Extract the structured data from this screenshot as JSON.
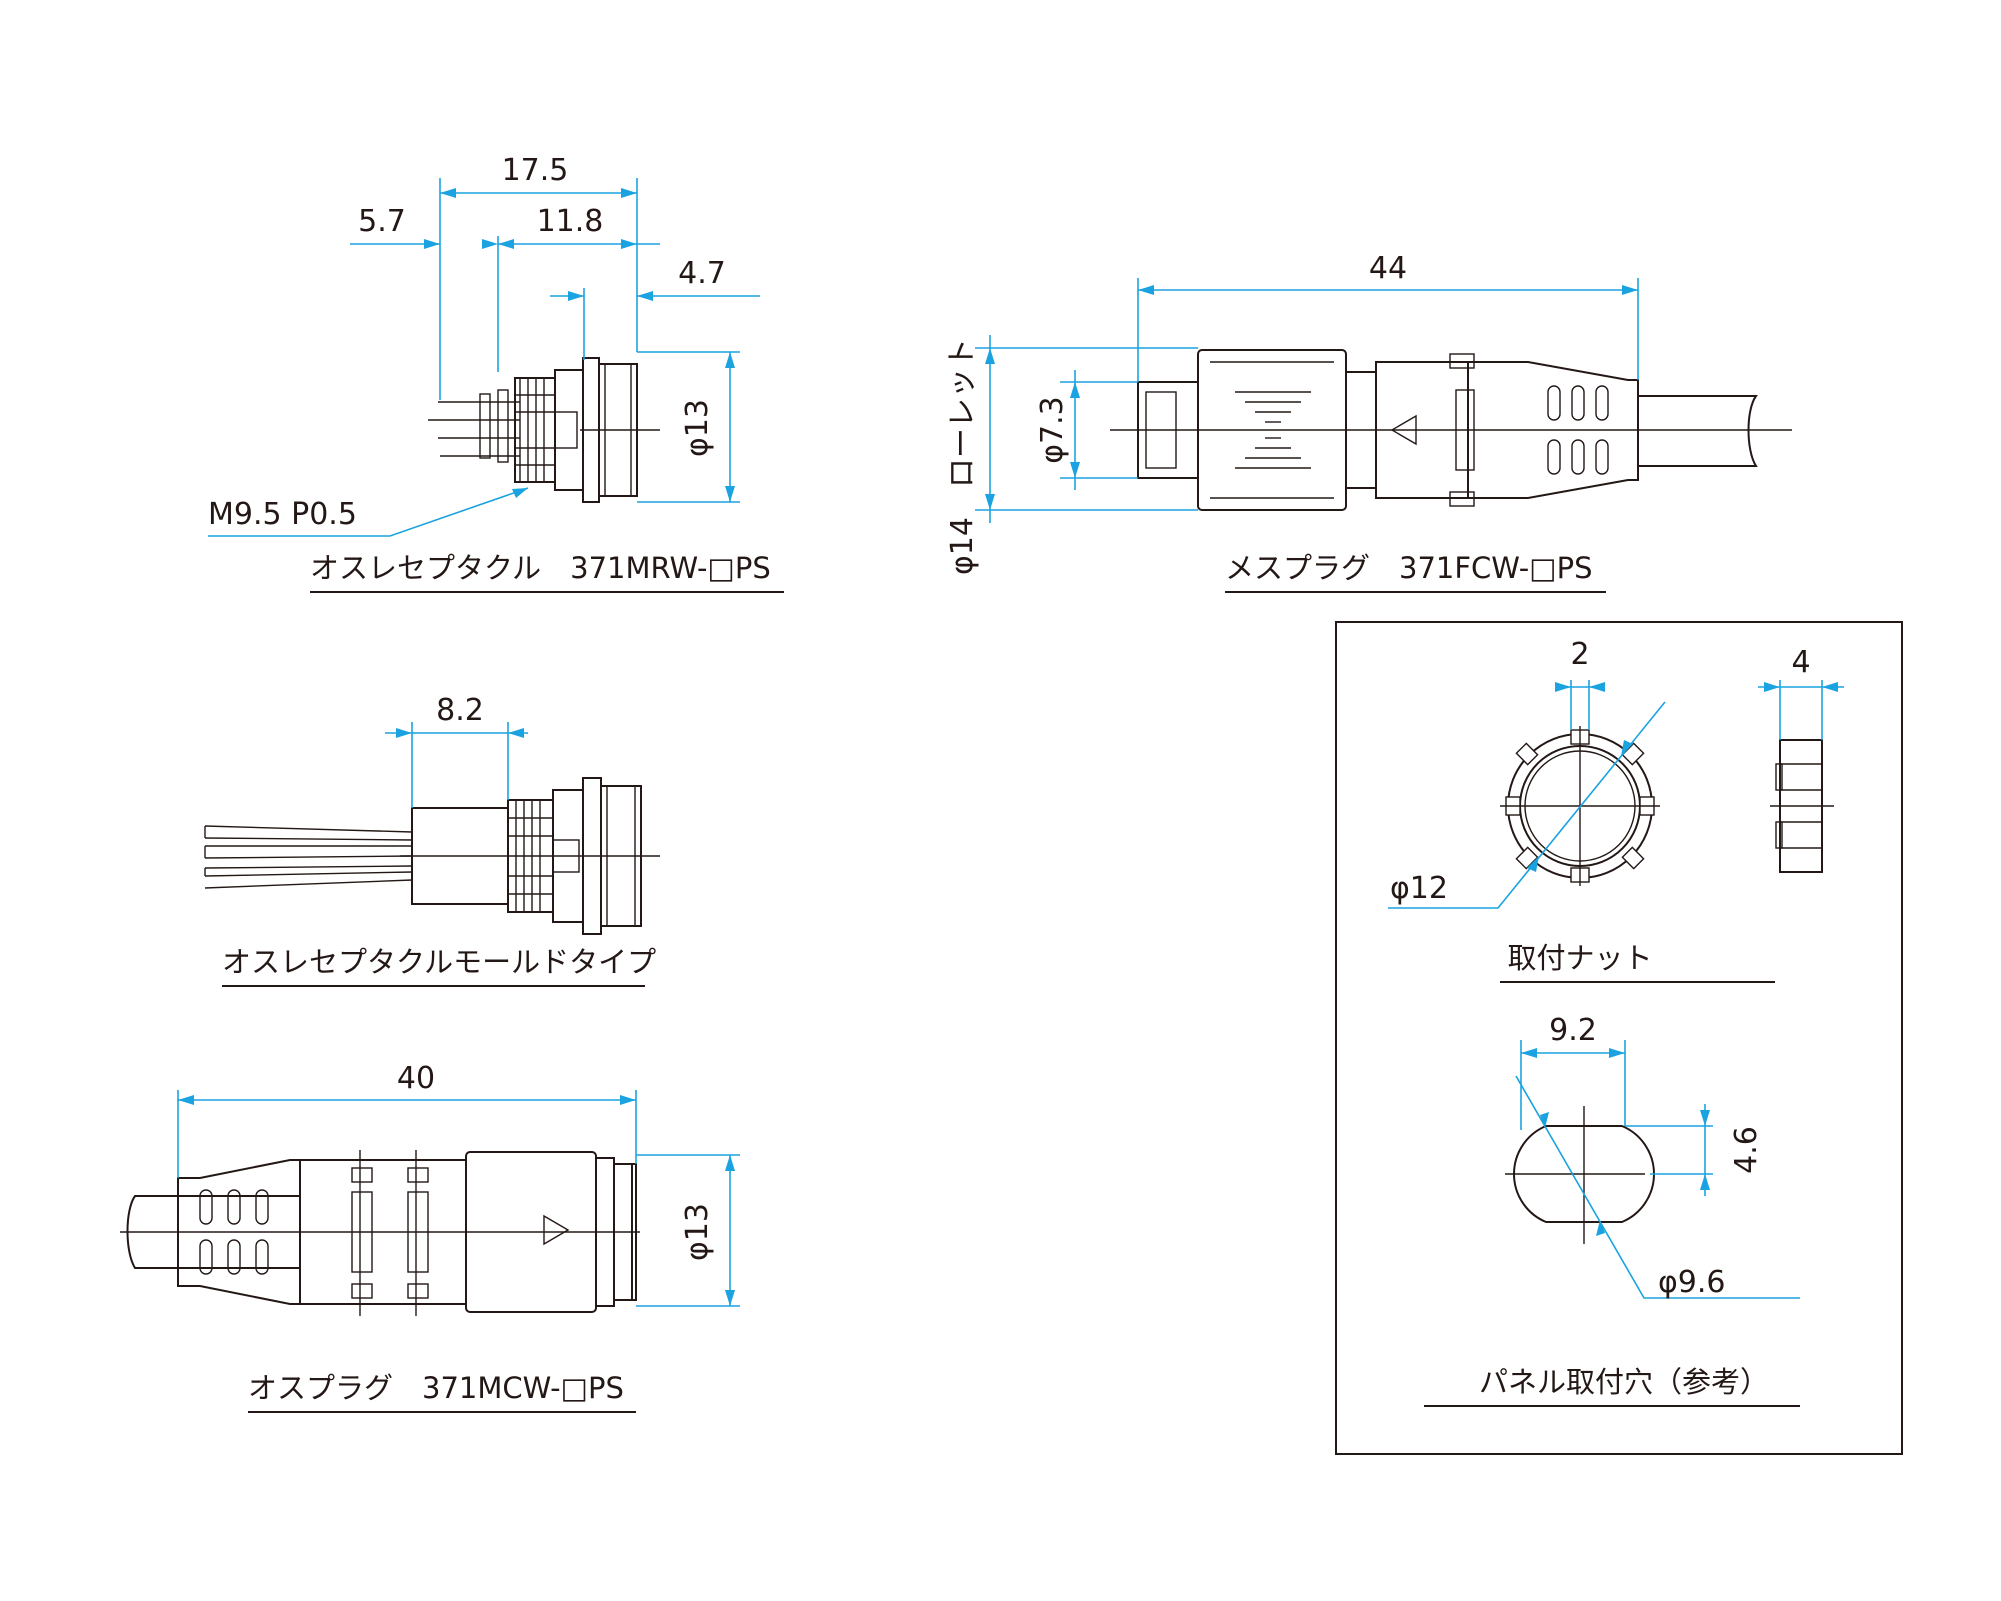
{
  "receptacle": {
    "dims": {
      "overall": "17.5",
      "left": "5.7",
      "mid": "11.8",
      "right": "4.7",
      "dia": "φ13"
    },
    "thread": "M9.5  P0.5",
    "caption": "オスレセプタクル　371MRW-□PS"
  },
  "female_plug": {
    "dims": {
      "length": "44",
      "dia_inner": "φ7.3",
      "dia_knurl": "φ14"
    },
    "knurl_label": "ローレット",
    "caption": "メスプラグ　371FCW-□PS"
  },
  "mold_receptacle": {
    "dims": {
      "length": "8.2"
    },
    "caption": "オスレセプタクルモールドタイプ"
  },
  "male_plug": {
    "dims": {
      "length": "40",
      "dia": "φ13"
    },
    "caption": "オスプラグ　371MCW-□PS"
  },
  "nut": {
    "dims": {
      "slot": "2",
      "thickness": "4",
      "dia": "φ12"
    },
    "caption": "取付ナット"
  },
  "panel_hole": {
    "dims": {
      "flat": "9.2",
      "height": "4.6",
      "dia": "φ9.6"
    },
    "caption": "パネル取付穴（参考）"
  },
  "colors": {
    "line": "#231815",
    "dimension": "#1aa3e0"
  }
}
